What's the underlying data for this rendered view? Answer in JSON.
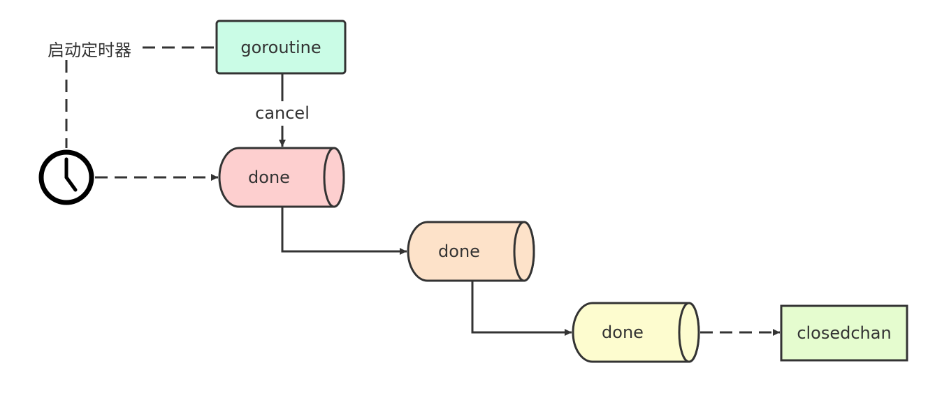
{
  "diagram": {
    "timer_label": "启动定时器",
    "cancel_label": "cancel",
    "nodes": {
      "goroutine": {
        "label": "goroutine",
        "fill": "#cafce6"
      },
      "done1": {
        "label": "done",
        "fill": "#fdcfcf"
      },
      "done2": {
        "label": "done",
        "fill": "#fde2c9"
      },
      "done3": {
        "label": "done",
        "fill": "#fdfccf"
      },
      "closedchan": {
        "label": "closedchan",
        "fill": "#e5fccf"
      }
    },
    "icons": {
      "timer": "clock-icon"
    },
    "colors": {
      "stroke": "#333333",
      "text": "#333333",
      "clock": "#000000"
    }
  }
}
